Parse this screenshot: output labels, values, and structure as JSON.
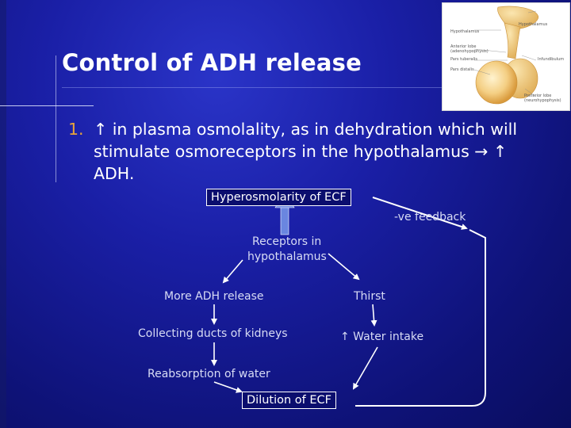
{
  "slide": {
    "title": "Control of ADH release",
    "bullet": {
      "number": "1.",
      "line1": "↑ in plasma  osmolality, as in dehydration which will",
      "line2": "stimulate osmoreceptors in the hypothalamus → ↑",
      "line3": "ADH."
    }
  },
  "image": {
    "icon": "pituitary-gland-illustration",
    "labels": [
      "Hypothalamus",
      "Hypothalamus",
      "Anterior lobe",
      "(adenohypophysis)",
      "Pars tuberalis",
      "Pars distalis",
      "Infundibulum",
      "Posterior lobe",
      "(neurohypophysis)"
    ]
  },
  "flowchart": {
    "top_box": "Hyperosmolarity of ECF",
    "feedback_label": "-ve feedback",
    "receptors_line1": "Receptors in",
    "receptors_line2": "hypothalamus",
    "more_adh": "More ADH release",
    "thirst": "Thirst",
    "collecting": "Collecting ducts of kidneys",
    "water_intake": "↑ Water intake",
    "reabsorption": "Reabsorption of water",
    "dilution_box": "Dilution of ECF",
    "colors": {
      "node_text": "#d8dcf5",
      "box_text": "#ffffff",
      "arrow": "#ffffff",
      "feedback_arrow": "#5b7ad6"
    }
  }
}
